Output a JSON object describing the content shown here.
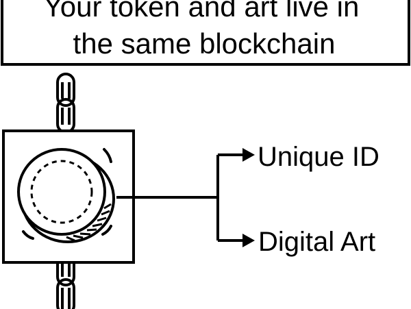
{
  "header": {
    "line1": "Your token and art live in",
    "line2": "the same blockchain"
  },
  "outputs": [
    {
      "label": "Unique ID"
    },
    {
      "label": "Digital Art"
    }
  ],
  "icons": {
    "chain": "chain-link-icon",
    "coin": "coin-icon"
  },
  "colors": {
    "stroke": "#000000",
    "background": "#ffffff"
  }
}
